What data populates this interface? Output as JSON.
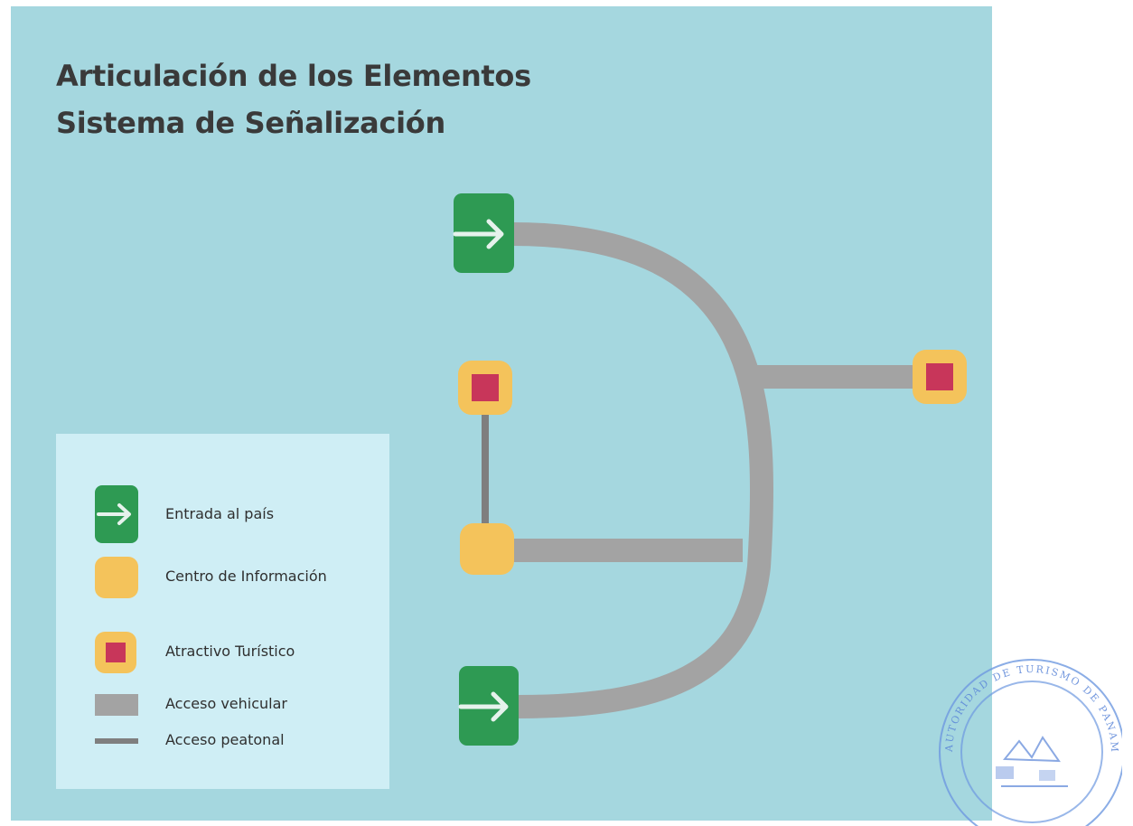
{
  "title": {
    "line1": "Articulación de los Elementos",
    "line2": "Sistema de Señalización"
  },
  "legend": {
    "entrada": "Entrada al país",
    "centro": "Centro de Información",
    "atractivo": "Atractivo Turístico",
    "vehicular": "Acceso vehicular",
    "peatonal": "Acceso peatonal"
  },
  "colors": {
    "background": "#a5d7df",
    "legend_panel": "#cfeef5",
    "entrada": "#2e9a53",
    "centro": "#f4c35b",
    "atractivo": "#c8365a",
    "vehicular": "#a3a3a3",
    "peatonal": "#7f7f7f",
    "stamp": "#4a7bd6"
  },
  "stamp": {
    "text": "AUTORIDAD DE TURISMO DE PANAMÁ"
  }
}
